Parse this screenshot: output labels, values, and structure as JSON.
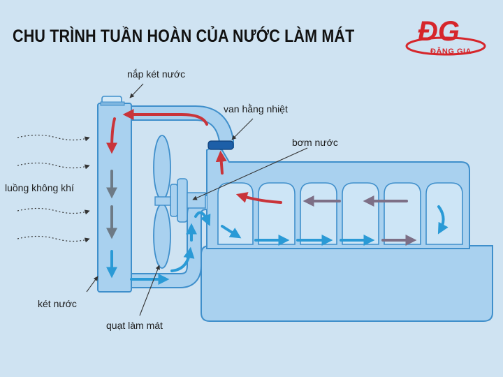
{
  "title": "CHU TRÌNH TUẦN HOÀN CỦA NƯỚC LÀM MÁT",
  "logo": {
    "mark": "ĐG",
    "name": "ĐẶNG GIA"
  },
  "labels": {
    "radiator_cap": "nắp két nước",
    "thermostat": "van hằng nhiệt",
    "water_pump": "bơm nước",
    "airflow": "luồng không khí",
    "radiator": "két nước",
    "cooling_fan": "quạt làm mát"
  },
  "colors": {
    "background": "#cfe3f2",
    "body_fill": "#a9d1ef",
    "body_stroke": "#3f8fcb",
    "cool_arrow": "#2a9ad6",
    "hot_arrow": "#c9343a",
    "mid_arrow": "#7d6f86",
    "logo_red": "#d6262b"
  }
}
